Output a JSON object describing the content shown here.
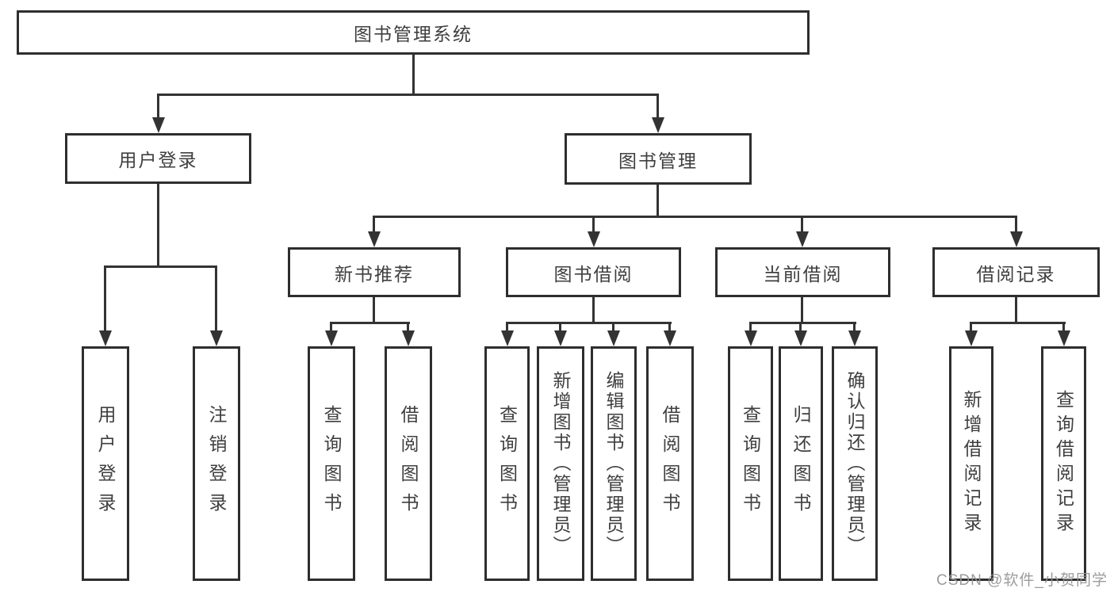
{
  "diagram_title": "图书管理系统",
  "colors": {
    "background": "#ffffff",
    "box_border": "#2e2e2e",
    "line": "#333333",
    "text": "#3f3f3f",
    "watermark": "#949494"
  },
  "nodes": {
    "root": "图书管理系统",
    "user_login": "用户登录",
    "book_mgmt": "图书管理",
    "new_book_rec": "新书推荐",
    "book_borrow": "图书借阅",
    "current_borrow": "当前借阅",
    "borrow_record": "借阅记录",
    "ul_login": "用户登录",
    "ul_logout": "注销登录",
    "nr_query": "查询图书",
    "nr_borrow": "借阅图书",
    "bb_query": "查询图书",
    "bb_add": "新增图书（管理员）",
    "bb_edit": "编辑图书（管理员）",
    "bb_borrow": "借阅图书",
    "cb_query": "查询图书",
    "cb_return": "归还图书",
    "cb_confirm": "确认归还（管理员）",
    "br_add": "新增借阅记录",
    "br_query": "查询借阅记录"
  },
  "tree": {
    "图书管理系统": {
      "用户登录": [
        "用户登录",
        "注销登录"
      ],
      "图书管理": {
        "新书推荐": [
          "查询图书",
          "借阅图书"
        ],
        "图书借阅": [
          "查询图书",
          "新增图书（管理员）",
          "编辑图书（管理员）",
          "借阅图书"
        ],
        "当前借阅": [
          "查询图书",
          "归还图书",
          "确认归还（管理员）"
        ],
        "借阅记录": [
          "新增借阅记录",
          "查询借阅记录"
        ]
      }
    }
  },
  "watermark": "CSDN @软件_小贺同学"
}
